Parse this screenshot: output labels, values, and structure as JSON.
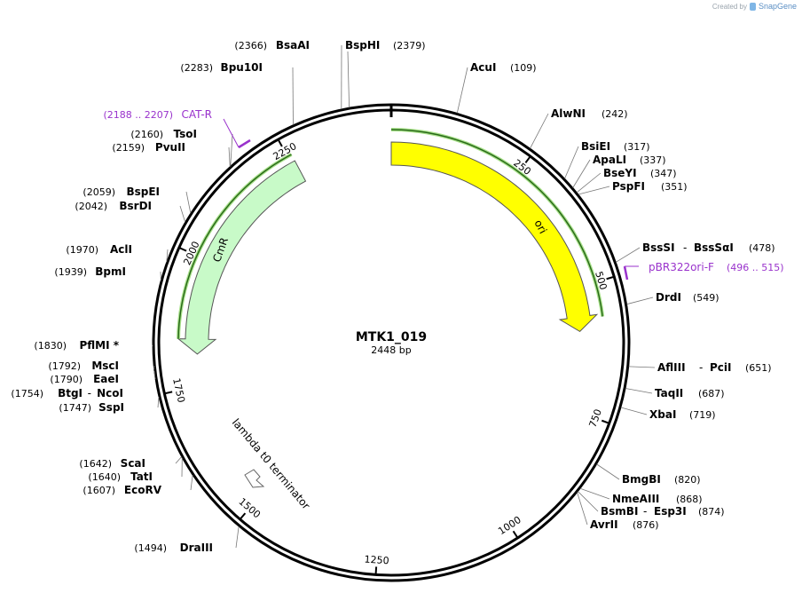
{
  "credit": {
    "prefix": "Created by",
    "brand": "SnapGene"
  },
  "plasmid": {
    "name": "MTK1_019",
    "size_label": "2448 bp",
    "length": 2448
  },
  "ticks": [
    {
      "pos": 250,
      "label": "250"
    },
    {
      "pos": 500,
      "label": "500"
    },
    {
      "pos": 750,
      "label": "750"
    },
    {
      "pos": 1000,
      "label": "1000"
    },
    {
      "pos": 1250,
      "label": "1250"
    },
    {
      "pos": 1500,
      "label": "1500"
    },
    {
      "pos": 1750,
      "label": "1750"
    },
    {
      "pos": 2000,
      "label": "2000"
    },
    {
      "pos": 2250,
      "label": "2250"
    }
  ],
  "features": [
    {
      "name": "ori",
      "start": 0,
      "end": 589,
      "direction": "cw",
      "color": "#ffff00",
      "label_pos": 355
    },
    {
      "name": "CmR",
      "start": 1813,
      "end": 2258,
      "direction": "ccw",
      "color": "#c8fac8",
      "label_pos": 2030
    },
    {
      "name": "lambda t0 terminator",
      "start": 1683,
      "end": 1778,
      "direction": "cw",
      "color": "#ffffff"
    }
  ],
  "primers": [
    {
      "name": "pBR322ori-F",
      "range": "(496 .. 515)",
      "pos": 505,
      "direction": "cw",
      "color": "#9932cc"
    },
    {
      "name": "CAT-R",
      "range": "(2188 .. 2207)",
      "pos": 2197,
      "direction": "ccw",
      "color": "#9932cc"
    }
  ],
  "right_sites": [
    {
      "name": "AcuI",
      "pos": "(109)"
    },
    {
      "name": "AlwNI",
      "pos": "(242)"
    },
    {
      "name": "BsiEI",
      "pos": "(317)"
    },
    {
      "name": "ApaLI",
      "pos": "(337)"
    },
    {
      "name": "BseYI",
      "pos": "(347)"
    },
    {
      "name": "PspFI",
      "pos": "(351)"
    },
    {
      "name": "BssSI",
      "name2": "BssSαI",
      "pos": "(478)"
    },
    {
      "name": "DrdI",
      "pos": "(549)"
    },
    {
      "name": "AflIII",
      "name2": "PciI",
      "pos": "(651)"
    },
    {
      "name": "TaqII",
      "pos": "(687)"
    },
    {
      "name": "XbaI",
      "pos": "(719)"
    },
    {
      "name": "BmgBI",
      "pos": "(820)"
    },
    {
      "name": "NmeAIII",
      "pos": "(868)"
    },
    {
      "name": "BsmBI",
      "name2": "Esp3I",
      "pos": "(874)"
    },
    {
      "name": "AvrII",
      "pos": "(876)"
    }
  ],
  "left_sites": [
    {
      "name": "BspHI",
      "pos": "(2379)"
    },
    {
      "name": "BsaAI",
      "pos": "(2366)"
    },
    {
      "name": "Bpu10I",
      "pos": "(2283)"
    },
    {
      "name": "TsoI",
      "pos": "(2160)"
    },
    {
      "name": "PvuII",
      "pos": "(2159)"
    },
    {
      "name": "BspEI",
      "pos": "(2059)"
    },
    {
      "name": "BsrDI",
      "pos": "(2042)"
    },
    {
      "name": "AclI",
      "pos": "(1970)"
    },
    {
      "name": "BpmI",
      "pos": "(1939)"
    },
    {
      "name": "PflMI *",
      "pos": "(1830)"
    },
    {
      "name": "MscI",
      "pos": "(1792)"
    },
    {
      "name": "EaeI",
      "pos": "(1790)"
    },
    {
      "name": "BtgI",
      "name2": "NcoI",
      "pos": "(1754)"
    },
    {
      "name": "SspI",
      "pos": "(1747)"
    },
    {
      "name": "ScaI",
      "pos": "(1642)"
    },
    {
      "name": "TatI",
      "pos": "(1640)"
    },
    {
      "name": "EcoRV",
      "pos": "(1607)"
    },
    {
      "name": "DraIII",
      "pos": "(1494)"
    }
  ]
}
